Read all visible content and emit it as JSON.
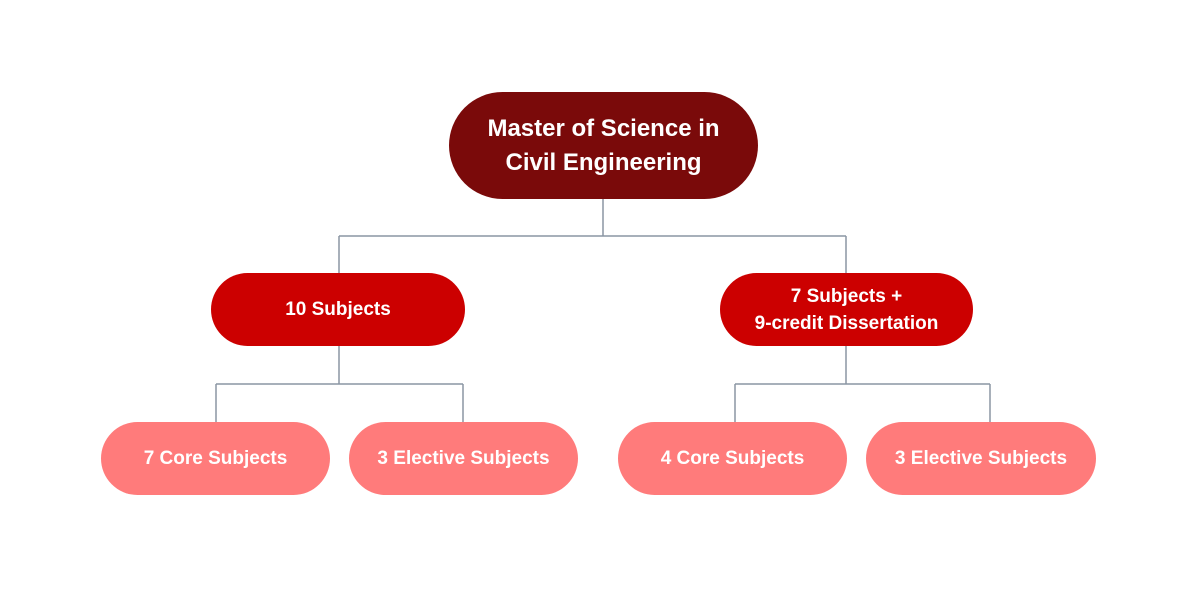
{
  "diagram": {
    "root": {
      "line1": "Master of Science in",
      "line2": "Civil Engineering"
    },
    "left_branch": {
      "label": "10 Subjects",
      "children": [
        "7 Core Subjects",
        "3 Elective Subjects"
      ]
    },
    "right_branch": {
      "line1": "7 Subjects +",
      "line2": "9-credit Dissertation",
      "children": [
        "4 Core Subjects",
        "3 Elective Subjects"
      ]
    },
    "colors": {
      "root": "#7a0a0a",
      "branch": "#cc0000",
      "leaf": "#ff7b7b",
      "connector": "#8a96a3"
    }
  }
}
